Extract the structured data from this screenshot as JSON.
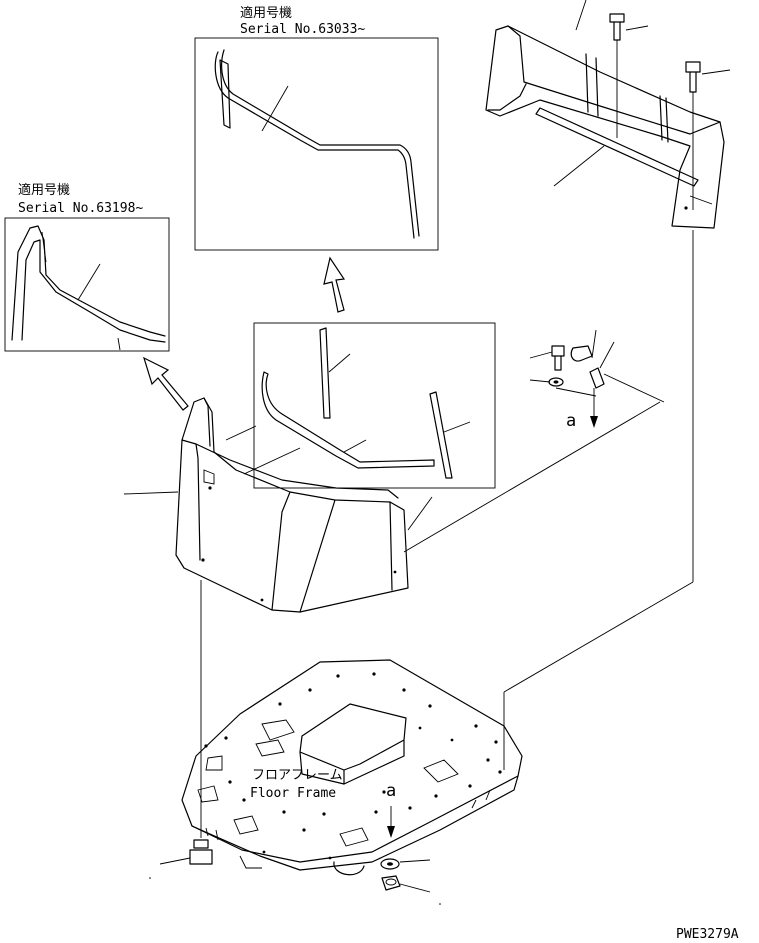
{
  "callout_top": {
    "line1": "適用号機",
    "line2": "Serial No.63033~"
  },
  "callout_left": {
    "line1": "適用号機",
    "line2": "Serial No.63198~"
  },
  "floor_frame": {
    "jp": "フロアフレーム",
    "en": "Floor Frame"
  },
  "view_marks": {
    "upper": "a",
    "lower": "a"
  },
  "drawing_id": "PWE3279A"
}
